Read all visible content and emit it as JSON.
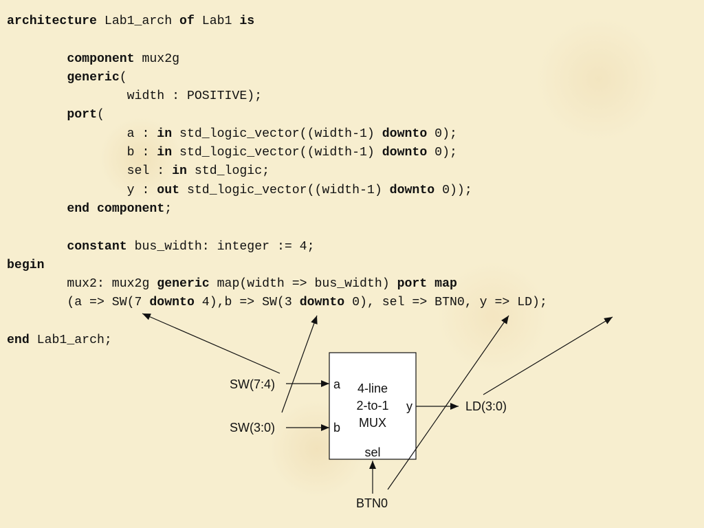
{
  "code_lines": [
    [
      {
        "t": "architecture",
        "k": true
      },
      {
        "t": " Lab1_arch "
      },
      {
        "t": "of",
        "k": true
      },
      {
        "t": " Lab1 "
      },
      {
        "t": "is",
        "k": true
      }
    ],
    [],
    [
      {
        "t": "        "
      },
      {
        "t": "component",
        "k": true
      },
      {
        "t": " mux2g"
      }
    ],
    [
      {
        "t": "        "
      },
      {
        "t": "generic",
        "k": true
      },
      {
        "t": "("
      }
    ],
    [
      {
        "t": "                width : POSITIVE);"
      }
    ],
    [
      {
        "t": "        "
      },
      {
        "t": "port",
        "k": true
      },
      {
        "t": "("
      }
    ],
    [
      {
        "t": "                a : "
      },
      {
        "t": "in",
        "k": true
      },
      {
        "t": " std_logic_vector((width-1) "
      },
      {
        "t": "downto",
        "k": true
      },
      {
        "t": " 0);"
      }
    ],
    [
      {
        "t": "                b : "
      },
      {
        "t": "in",
        "k": true
      },
      {
        "t": " std_logic_vector((width-1) "
      },
      {
        "t": "downto",
        "k": true
      },
      {
        "t": " 0);"
      }
    ],
    [
      {
        "t": "                sel : "
      },
      {
        "t": "in",
        "k": true
      },
      {
        "t": " std_logic;"
      }
    ],
    [
      {
        "t": "                y : "
      },
      {
        "t": "out",
        "k": true
      },
      {
        "t": " std_logic_vector((width-1) "
      },
      {
        "t": "downto",
        "k": true
      },
      {
        "t": " 0));"
      }
    ],
    [
      {
        "t": "        "
      },
      {
        "t": "end",
        "k": true
      },
      {
        "t": " "
      },
      {
        "t": "component",
        "k": true
      },
      {
        "t": ";"
      }
    ],
    [],
    [
      {
        "t": "        "
      },
      {
        "t": "constant",
        "k": true
      },
      {
        "t": " bus_width: integer := 4;"
      }
    ],
    [
      {
        "t": "begin",
        "k": true
      }
    ],
    [
      {
        "t": "        mux2: mux2g "
      },
      {
        "t": "generic",
        "k": true
      },
      {
        "t": " map(width => bus_width) "
      },
      {
        "t": "port",
        "k": true
      },
      {
        "t": " "
      },
      {
        "t": "map",
        "k": true
      }
    ],
    [
      {
        "t": "        (a => SW(7 "
      },
      {
        "t": "downto",
        "k": true
      },
      {
        "t": " 4),b => SW(3 "
      },
      {
        "t": "downto",
        "k": true
      },
      {
        "t": " 0), sel => BTN0, y => LD);"
      }
    ],
    [],
    [
      {
        "t": "end",
        "k": true
      },
      {
        "t": " Lab1_arch;"
      }
    ]
  ],
  "diagram": {
    "mux": {
      "line1": "4-line",
      "line2": "2-to-1",
      "line3": "MUX",
      "pin_a": "a",
      "pin_b": "b",
      "pin_y": "y",
      "pin_sel": "sel"
    },
    "signals": {
      "sw_high": "SW(7:4)",
      "sw_low": "SW(3:0)",
      "ld": "LD(3:0)",
      "btn": "BTN0"
    }
  }
}
